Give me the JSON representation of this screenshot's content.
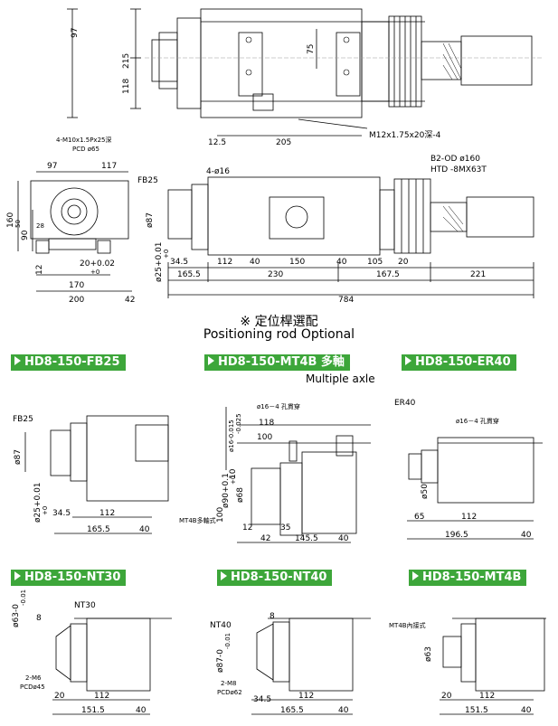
{
  "top_view": {
    "dims": [
      "97",
      "215",
      "118",
      "12.5",
      "205",
      "75"
    ],
    "callout": "M12x1.75x20深-4"
  },
  "front_view": {
    "callouts": [
      "4-M10x1.5Px25深",
      "PCD ø65",
      "4-ø16",
      "FB25",
      "B2-OD  ø160",
      "HTD  -8MX63T"
    ],
    "dims": [
      "97",
      "117",
      "160",
      "90",
      "12",
      "20+0.02",
      "+0",
      "170",
      "200",
      "42",
      "ø87",
      "ø25+0.01",
      "+0",
      "34.5",
      "112",
      "40",
      "150",
      "40",
      "105",
      "20",
      "165.5",
      "230",
      "167.5",
      "221",
      "784",
      "50",
      "28"
    ]
  },
  "optional_note": {
    "line1": "※ 定位桿選配",
    "line2": "Positioning rod Optional"
  },
  "models": {
    "fb25": "HD8-150-FB25",
    "mt4b": "HD8-150-MT4B 多軸",
    "mt4b_sub": "Multiple axle",
    "er40": "HD8-150-ER40",
    "nt30": "HD8-150-NT30",
    "nt40": "HD8-150-NT40",
    "mt4b2": "HD8-150-MT4B"
  },
  "fb25_view": {
    "dims": [
      "FB25",
      "ø87",
      "ø25+0.01",
      "+0",
      "34.5",
      "112",
      "165.5",
      "40"
    ]
  },
  "mt4b_view": {
    "dims": [
      "ø16－4 孔貫穿",
      "118",
      "100",
      "ø16-0.015",
      "-0.025",
      "ø90+0.1",
      "+0",
      "ø68",
      "100",
      "10",
      "12",
      "35",
      "42",
      "145.5",
      "40"
    ],
    "label": "MT4B多軸式"
  },
  "er40_view": {
    "dims": [
      "ER40",
      "ø16－4 孔貫穿",
      "ø50",
      "65",
      "112",
      "196.5",
      "40"
    ]
  },
  "nt30_view": {
    "dims": [
      "ø63-0",
      "-0.01",
      "NT30",
      "8",
      "2-M6",
      "PCDø45",
      "20",
      "112",
      "151.5",
      "40"
    ]
  },
  "nt40_view": {
    "dims": [
      "NT40",
      "8",
      "ø87-0",
      "-0.01",
      "2-M8",
      "PCDø62",
      "34.5",
      "112",
      "165.5",
      "40"
    ]
  },
  "mt4b2_view": {
    "dims": [
      "MT4B內接式",
      "ø63",
      "20",
      "112",
      "151.5",
      "40"
    ]
  }
}
